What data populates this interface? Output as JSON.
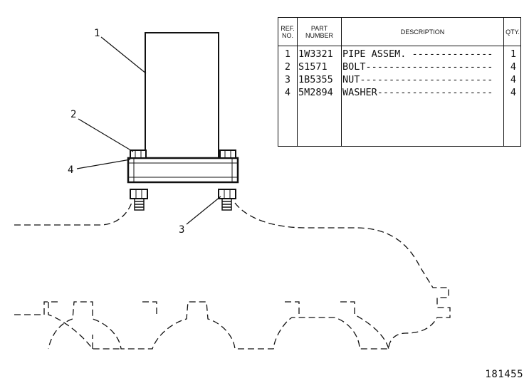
{
  "diagram": {
    "callouts": [
      "1",
      "2",
      "4",
      "3"
    ],
    "figure_number": "181455"
  },
  "parts_table": {
    "headers": {
      "ref_no": [
        "REF.",
        "NO."
      ],
      "part_number": [
        "PART",
        "NUMBER"
      ],
      "description": "DESCRIPTION",
      "qty": "QTY."
    },
    "rows": [
      {
        "ref": "1",
        "part_number": "1W3321",
        "description": "PIPE ASSEM. -------------------",
        "qty": "1"
      },
      {
        "ref": "2",
        "part_number": "S1571",
        "description": "BOLT-------------------------",
        "qty": "4"
      },
      {
        "ref": "3",
        "part_number": "1B5355",
        "description": "NUT---------------------------",
        "qty": "4"
      },
      {
        "ref": "4",
        "part_number": "5M2894",
        "description": "WASHER-----------------------",
        "qty": "4"
      }
    ]
  }
}
